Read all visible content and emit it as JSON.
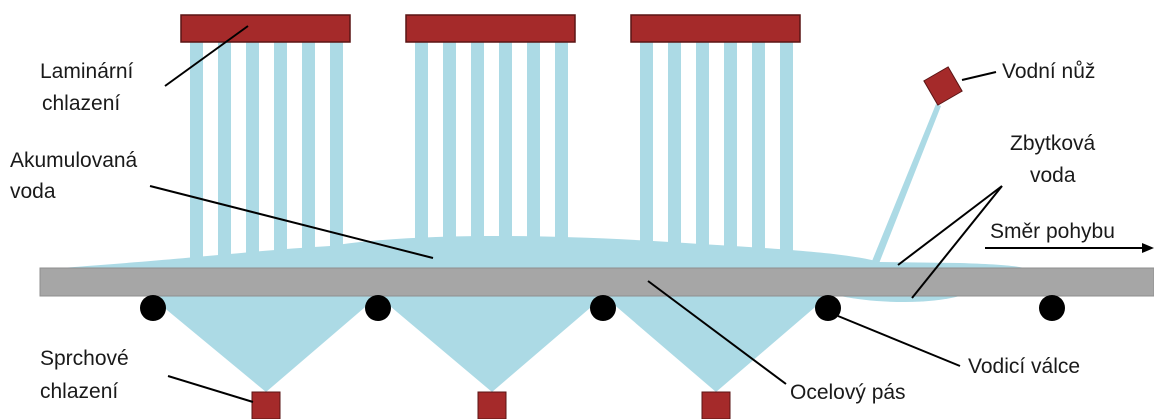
{
  "labels": {
    "laminar_line1": "Laminární",
    "laminar_line2": "chlazení",
    "accumulated_line1": "Akumulovaná",
    "accumulated_line2": "voda",
    "spray_line1": "Sprchové",
    "spray_line2": "chlazení",
    "water_knife": "Vodní nůž",
    "residual_line1": "Zbytková",
    "residual_line2": "voda",
    "direction": "Směr pohybu",
    "guide_rolls": "Vodicí válce",
    "steel_strip": "Ocelový pás"
  },
  "colors": {
    "nozzle": "#a52a2a",
    "water": "#acdae5",
    "strip": "#a6a6a6",
    "roll": "#000000",
    "text": "#1a1a1a"
  }
}
